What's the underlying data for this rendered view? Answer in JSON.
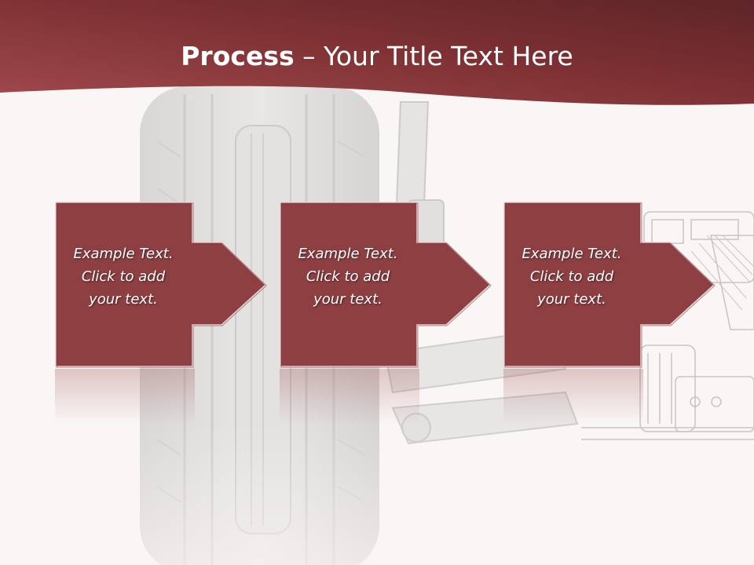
{
  "slide": {
    "title_bold": "Process",
    "title_rest": " – Your Title Text Here"
  },
  "steps": [
    {
      "line1": "Example Text.",
      "line2": "Click  to add",
      "line3": "your text."
    },
    {
      "line1": "Example Text.",
      "line2": "Click  to add",
      "line3": "your text."
    },
    {
      "line1": "Example Text.",
      "line2": "Click  to add",
      "line3": "your text."
    }
  ],
  "colors": {
    "accent": "#8e3f42",
    "header_dark": "#5e2528",
    "header_light": "#a14a4c",
    "background": "#faf6f5"
  }
}
